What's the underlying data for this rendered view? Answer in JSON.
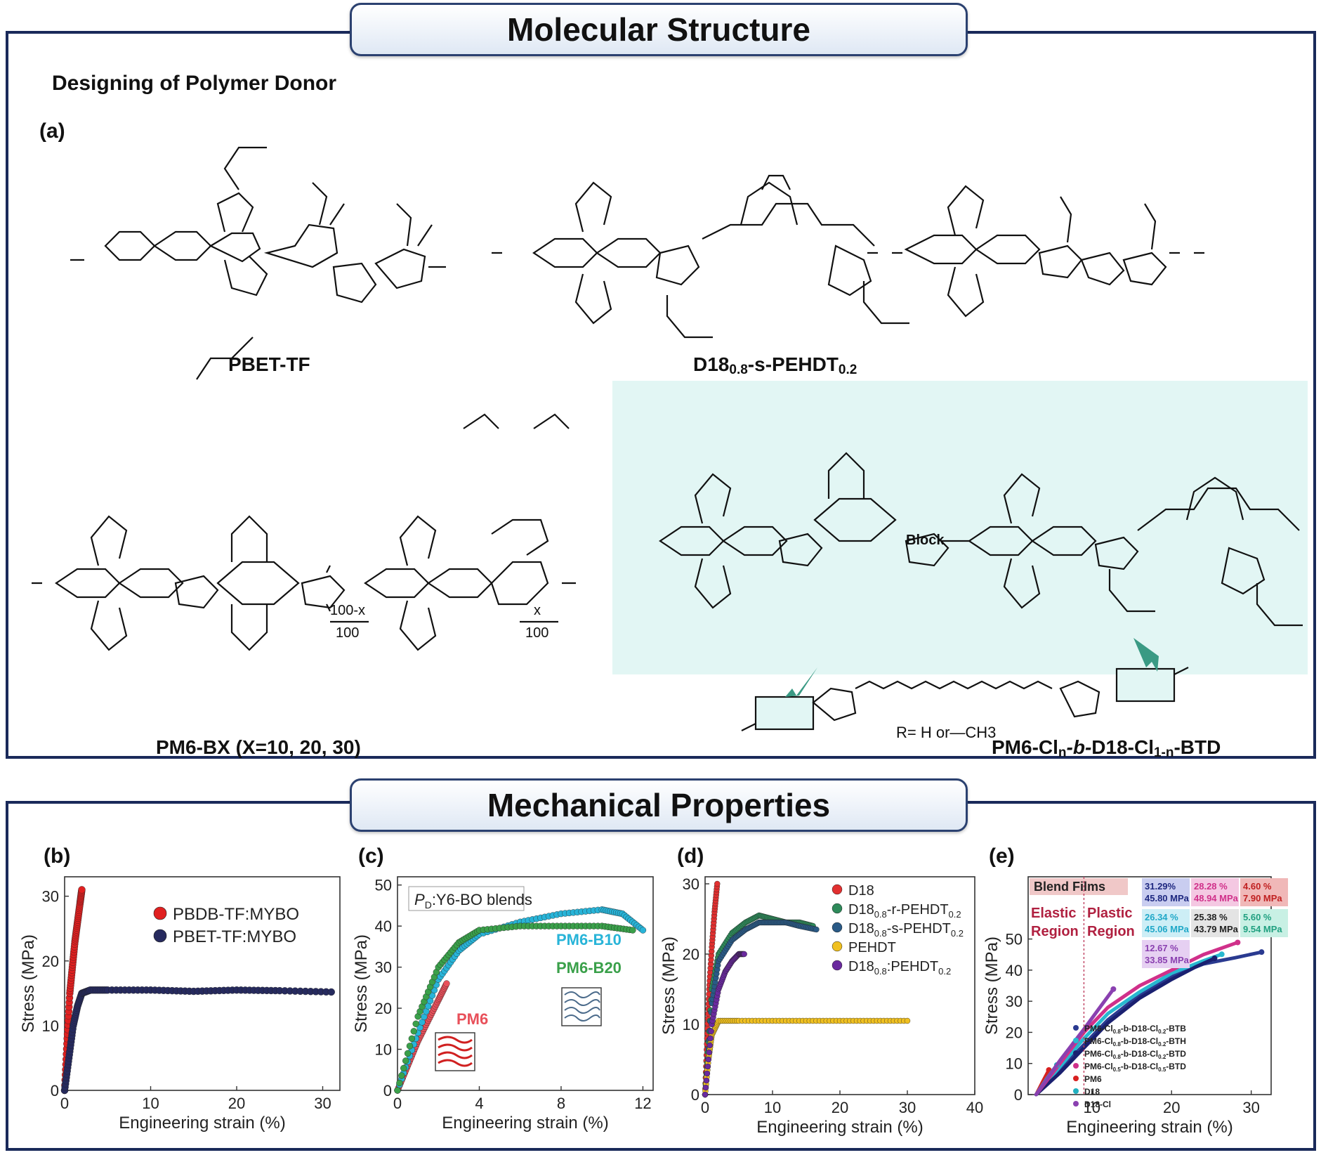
{
  "section1": {
    "title": "Molecular Structure",
    "subtitle": "Designing of  Polymer Donor"
  },
  "section2": {
    "title": "Mechanical Properties"
  },
  "panels": {
    "a": "(a)",
    "b": "(b)",
    "c": "(c)",
    "d": "(d)",
    "e": "(e)"
  },
  "molecules": {
    "pbet_tf": "PBET-TF",
    "d18": "D18",
    "d18_sub1": "0.8",
    "d18_mid": "-s-PEHDT",
    "d18_sub2": "0.2",
    "pm6_bx": "PM6-BX (X=10, 20, 30)",
    "pm6_block_a": "PM6-Cl",
    "pm6_block_n": "n",
    "pm6_block_b": "-b-",
    "pm6_block_c": "D18-Cl",
    "pm6_block_n2": "1-n",
    "pm6_block_d": "-BTD",
    "block_label": "Block",
    "r_label": "R= H or—CH3",
    "frac_top": "100-x",
    "frac_bot": "100",
    "frac_x": "x",
    "frac_x_bot": "100"
  },
  "colors": {
    "frame": "#1a2a5a",
    "block_bg": "#e2f6f4",
    "arrow": "#3a9a84"
  },
  "chart_data": [
    {
      "type": "scatter",
      "panel": "(b)",
      "xlabel": "Engineering strain (%)",
      "ylabel": "Stress (MPa)",
      "xlim": [
        0,
        32
      ],
      "ylim": [
        0,
        33
      ],
      "xticks": [
        0,
        10,
        20,
        30
      ],
      "yticks": [
        0,
        10,
        20,
        30
      ],
      "legend": "top-right",
      "series": [
        {
          "name": "PBDB-TF:MYBO",
          "color": "#e02020",
          "x": [
            0,
            0.3,
            0.6,
            0.9,
            1.2,
            1.5,
            1.8,
            2.0
          ],
          "y": [
            0,
            8,
            15,
            19,
            23,
            26,
            29,
            31
          ]
        },
        {
          "name": "PBET-TF:MYBO",
          "color": "#262a5e",
          "x": [
            0,
            0.5,
            1,
            1.5,
            2,
            3,
            5,
            10,
            15,
            20,
            25,
            31
          ],
          "y": [
            0,
            5,
            10,
            13,
            15,
            15.5,
            15.5,
            15.5,
            15.3,
            15.5,
            15.4,
            15.2
          ]
        }
      ]
    },
    {
      "type": "scatter",
      "panel": "(c)",
      "xlabel": "Engineering strain (%)",
      "ylabel": "Stress (MPa)",
      "xlim": [
        0,
        12.5
      ],
      "ylim": [
        0,
        52
      ],
      "xticks": [
        0,
        4,
        8,
        12
      ],
      "yticks": [
        0,
        10,
        20,
        30,
        40,
        50
      ],
      "box_label_pre": "P",
      "box_label_sub": "D",
      "box_label_post": ":Y6-BO blends",
      "series": [
        {
          "name": "PM6",
          "color": "#e8505a",
          "x": [
            0,
            0.5,
            1,
            1.5,
            2,
            2.4
          ],
          "y": [
            0,
            6,
            12,
            17,
            22,
            26
          ]
        },
        {
          "name": "PM6-B10",
          "color": "#28b4d8",
          "x": [
            0,
            1,
            2,
            3,
            4,
            6,
            8,
            10,
            11,
            12
          ],
          "y": [
            0,
            14,
            27,
            34,
            38,
            41,
            43,
            44,
            43,
            39
          ]
        },
        {
          "name": "PM6-B20",
          "color": "#3aa04a",
          "x": [
            0,
            1,
            2,
            3,
            4,
            6,
            8,
            10,
            11.5
          ],
          "y": [
            0,
            18,
            30,
            36,
            39,
            40,
            40,
            40,
            39
          ]
        }
      ]
    },
    {
      "type": "scatter",
      "panel": "(d)",
      "xlabel": "Engineering strain (%)",
      "ylabel": "Stress (MPa)",
      "xlim": [
        0,
        40
      ],
      "ylim": [
        0,
        31
      ],
      "xticks": [
        0,
        10,
        20,
        30,
        40
      ],
      "yticks": [
        0,
        10,
        20,
        30
      ],
      "legend": "top-right",
      "series": [
        {
          "name": "D18",
          "color": "#e23030",
          "x": [
            0,
            0.3,
            0.6,
            1,
            1.4,
            1.8
          ],
          "y": [
            0,
            8,
            15,
            21,
            26,
            30
          ]
        },
        {
          "name": "D18",
          "sub1": "0.8",
          "mid": "-r-PEHDT",
          "sub2": "0.2",
          "color": "#2e8a5a",
          "x": [
            0,
            1,
            2,
            4,
            6,
            8,
            10,
            12,
            14,
            16
          ],
          "y": [
            0,
            15,
            20,
            23,
            24.5,
            25.5,
            25,
            24.5,
            24.5,
            24
          ]
        },
        {
          "name": "D18",
          "sub1": "0.8",
          "mid": "-s-PEHDT",
          "sub2": "0.2",
          "color": "#2a5a86",
          "x": [
            0,
            1,
            2,
            4,
            6,
            8,
            10,
            12,
            14,
            16.5
          ],
          "y": [
            0,
            13,
            19,
            22,
            23.5,
            24.5,
            24.5,
            24.5,
            24,
            23.5
          ]
        },
        {
          "name": "PEHDT",
          "color": "#f0c020",
          "x": [
            0,
            0.5,
            1,
            2,
            5,
            10,
            15,
            20,
            25,
            30
          ],
          "y": [
            0,
            5,
            8.5,
            10.5,
            10.5,
            10.5,
            10.5,
            10.5,
            10.5,
            10.5
          ]
        },
        {
          "name": "D18",
          "sub1": "0.8",
          "mid": ":PEHDT",
          "sub2": "0.2",
          "color": "#6a2a9e",
          "x": [
            0,
            1,
            2,
            3,
            4,
            5,
            5.8
          ],
          "y": [
            0,
            10,
            15,
            17.5,
            19,
            20,
            20
          ]
        }
      ]
    },
    {
      "type": "line",
      "panel": "(e)",
      "xlabel": "Engineering strain (%)",
      "ylabel": "Stress (MPa)",
      "xlim": [
        2,
        32.5
      ],
      "ylim": [
        0,
        70
      ],
      "xticks": [
        10,
        20,
        30
      ],
      "yticks": [
        0,
        10,
        20,
        30,
        40,
        50
      ],
      "title_box": "Blend Films",
      "region_left": "Elastic Region",
      "region_right": "Plastic Region",
      "annotations": [
        {
          "t1": "31.29%",
          "t2": "45.80 MPa",
          "color": "#1e2880",
          "bg": "#c9cdf0"
        },
        {
          "t1": "28.28 %",
          "t2": "48.94 MPa",
          "color": "#d0308a",
          "bg": "#f4c8e2"
        },
        {
          "t1": "4.60 %",
          "t2": "7.90 MPa",
          "color": "#c02020",
          "bg": "#f0b8b8"
        },
        {
          "t1": "26.34 %",
          "t2": "45.06 MPa",
          "color": "#20a8c8",
          "bg": "#cdeef6"
        },
        {
          "t1": "25.38 %",
          "t2": "43.79 MPa",
          "color": "#222222",
          "bg": "#e4e4e4"
        },
        {
          "t1": "5.60 %",
          "t2": "9.54 MPa",
          "color": "#20a080",
          "bg": "#c8f0e4"
        },
        {
          "t1": "12.67 %",
          "t2": "33.85 MPa",
          "color": "#8a40b0",
          "bg": "#e6d0f2"
        }
      ],
      "series": [
        {
          "name": "PM6-Cl0.8-b-D18-Cl0.2-BTB",
          "label_main": "PM6-Cl",
          "s1": "0.8",
          "mid": "-b-D18-Cl",
          "s2": "0.2",
          "end": "-BTB",
          "color": "#2a3a90",
          "x": [
            3,
            6,
            9,
            12,
            16,
            20,
            24,
            28,
            31.3
          ],
          "y": [
            0,
            8,
            16,
            24,
            32,
            38,
            42,
            44,
            45.8
          ]
        },
        {
          "name": "PM6-Cl0.8-b-D18-Cl0.2-BTH",
          "label_main": "PM6-Cl",
          "s1": "0.8",
          "mid": "-b-D18-Cl",
          "s2": "0.2",
          "end": "-BTH",
          "color": "#28b8d0",
          "x": [
            3,
            6,
            9,
            12,
            16,
            20,
            24,
            26.3
          ],
          "y": [
            0,
            9,
            18,
            26,
            33,
            39,
            43,
            45.1
          ]
        },
        {
          "name": "PM6-Cl0.8-b-D18-Cl0.2-BTD",
          "label_main": "PM6-Cl",
          "s1": "0.8",
          "mid": "-b-D18-Cl",
          "s2": "0.2",
          "end": "-BTD",
          "color": "#1a2070",
          "x": [
            3,
            6,
            9,
            12,
            16,
            20,
            23,
            25.4
          ],
          "y": [
            0,
            7,
            15,
            23,
            31,
            37,
            41,
            43.8
          ]
        },
        {
          "name": "PM6-Cl0.5-b-D18-Cl0.5-BTD",
          "label_main": "PM6-Cl",
          "s1": "0.5",
          "mid": "-b-D18-Cl",
          "s2": "0.5",
          "end": "-BTD",
          "color": "#d0308a",
          "x": [
            3,
            6,
            9,
            12,
            16,
            20,
            24,
            28.3
          ],
          "y": [
            0,
            10,
            20,
            28,
            35,
            40,
            45,
            48.9
          ]
        },
        {
          "name": "PM6",
          "label_main": "PM6",
          "color": "#d82020",
          "x": [
            3,
            3.8,
            4.6
          ],
          "y": [
            0,
            4,
            7.9
          ]
        },
        {
          "name": "D18",
          "label_main": "D18",
          "color": "#20b0c0",
          "x": [
            3,
            4.3,
            5.6
          ],
          "y": [
            0,
            5,
            9.5
          ]
        },
        {
          "name": "D18-Cl",
          "label_main": "D18-Cl",
          "color": "#8a40b0",
          "x": [
            3,
            6,
            9,
            11,
            12.7
          ],
          "y": [
            0,
            11,
            21,
            28,
            33.9
          ]
        }
      ]
    }
  ]
}
